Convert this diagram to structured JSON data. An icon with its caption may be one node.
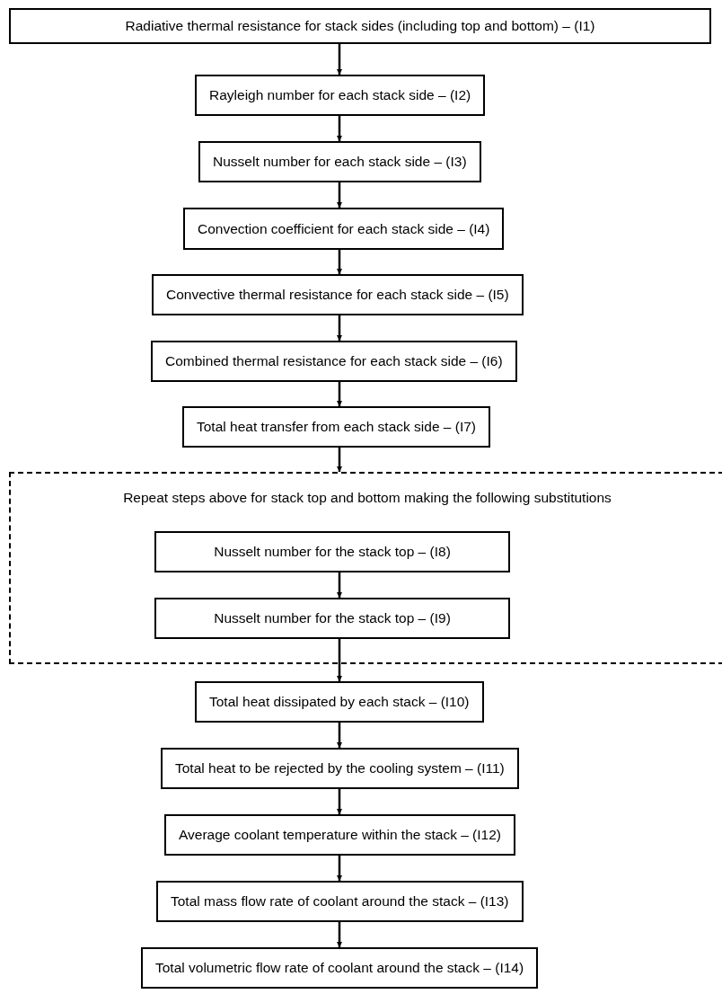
{
  "diagram": {
    "nodes": [
      {
        "text": [
          "Radiative thermal resistance for stack sides (including top and bottom) – (I1)"
        ]
      },
      {
        "text": [
          "Rayleigh number for each stack side – (I2)"
        ]
      },
      {
        "text": [
          "Nusselt number for each stack side – (I3)"
        ]
      },
      {
        "text": [
          "Convection coefficient for each stack side – (I4)"
        ]
      },
      {
        "text": [
          "Convective thermal resistance for each stack side – (I5)"
        ]
      },
      {
        "text": [
          "Combined thermal resistance for each stack side – (I6)"
        ]
      },
      {
        "text": [
          "Total heat transfer from each stack side – (I7)"
        ]
      },
      {
        "text": [
          "Repeat steps above for stack top and bottom making the following substitutions"
        ]
      },
      {
        "text": [
          "Nusselt number for the stack top – (I8)"
        ],
        "in": 7
      },
      {
        "text": [
          "Nusselt number for the stack top – (I9)"
        ],
        "in": 7
      },
      {
        "text": [
          "Total heat dissipated by each stack – (I10)"
        ]
      },
      {
        "text": [
          "Total heat to be rejected by the cooling system – (I11)"
        ]
      },
      {
        "text": [
          "Average coolant temperature within the stack – (I12)"
        ]
      },
      {
        "text": [
          "Total mass flow rate of coolant around the stack – (I13)"
        ]
      },
      {
        "text": [
          "Total volumetric flow rate of coolant around the stack – (I14)"
        ]
      }
    ],
    "edges": [
      {
        "from": 0,
        "to": 1,
        "arrow": "to"
      },
      {
        "from": 1,
        "to": 2,
        "arrow": "to"
      },
      {
        "from": 2,
        "to": 3,
        "arrow": "to"
      },
      {
        "from": 3,
        "to": 4,
        "arrow": "to"
      },
      {
        "from": 4,
        "to": 5,
        "arrow": "to"
      },
      {
        "from": 5,
        "to": 6,
        "arrow": "to"
      },
      {
        "from": 6,
        "to": 7,
        "arrow": "to"
      },
      {
        "from": 8,
        "to": 9,
        "arrow": "to"
      },
      {
        "from": 9,
        "to": 10,
        "arrow": "to"
      },
      {
        "from": 10,
        "to": 11,
        "arrow": "to"
      },
      {
        "from": 11,
        "to": 12,
        "arrow": "to"
      },
      {
        "from": 12,
        "to": 13,
        "arrow": "to"
      },
      {
        "from": 13,
        "to": 14,
        "arrow": "to"
      }
    ]
  }
}
